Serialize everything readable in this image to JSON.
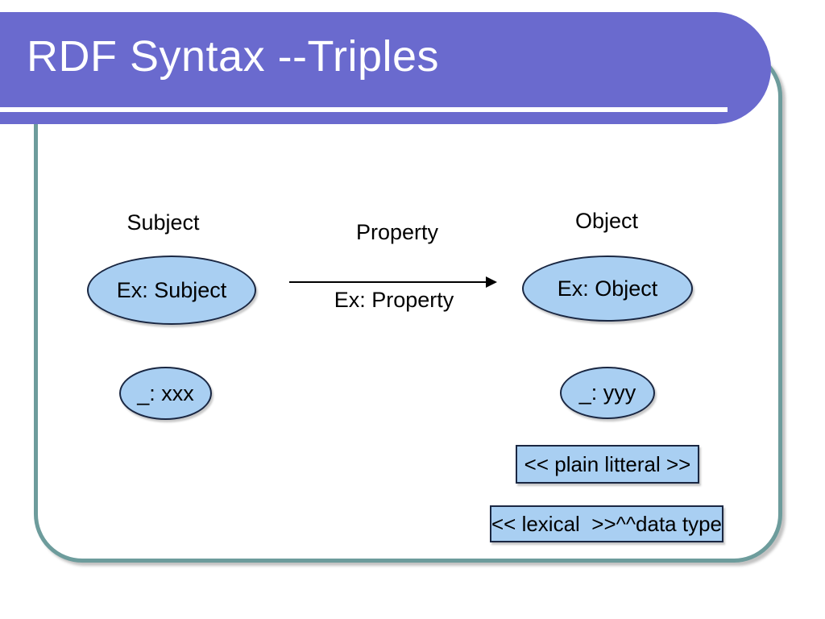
{
  "slide": {
    "title": "RDF Syntax --Triples"
  },
  "colors": {
    "banner": "#6a6ace",
    "title": "#ffffff",
    "frame": "#6d9c9c",
    "fill": "#a9cff2",
    "stroke": "#1a2742",
    "text": "#000000"
  },
  "diagram": {
    "subject_label": "Subject",
    "property_label": "Property",
    "object_label": "Object",
    "subject_node": "Ex: Subject",
    "object_node": "Ex: Object",
    "property_edge_label": "Ex: Property",
    "blank_node_subject": "_: xxx",
    "blank_node_object": "_: yyy",
    "plain_literal": "<< plain litteral >>",
    "typed_literal": "<< lexical  >>^^data type"
  }
}
